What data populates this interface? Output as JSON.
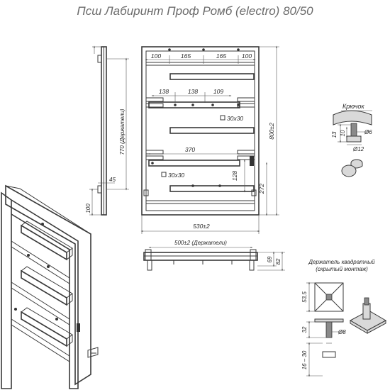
{
  "title": "Псш Лабиринт Проф Ромб (electro) 80/50",
  "front": {
    "top_dims": [
      "100",
      "165",
      "165",
      "100"
    ],
    "mid_dims": [
      "138",
      "138",
      "109"
    ],
    "profile_1": "30х30",
    "profile_2": "30х30",
    "width_370": "370",
    "dim_128": "128",
    "height": "800±2",
    "dim_272": "272",
    "width": "530±2"
  },
  "side": {
    "holder_distance": "770 (Держатели)",
    "dim_45": "45",
    "dim_100": "100"
  },
  "top_view": {
    "holder_span": "500±2 (Держатели)",
    "dim_69": "69",
    "dim_82": "82"
  },
  "hook": {
    "label": "Крючок",
    "dim_13": "13",
    "dim_10": "10",
    "dia_6": "Ø6",
    "dia_12": "Ø12"
  },
  "holder": {
    "label_line1": "Держатель квадратный",
    "label_line2": "(скрытый монтаж)",
    "dim_53": "53,5",
    "dim_32": "32",
    "dim_16_30": "16 – 30",
    "dia_8": "Ø8"
  }
}
